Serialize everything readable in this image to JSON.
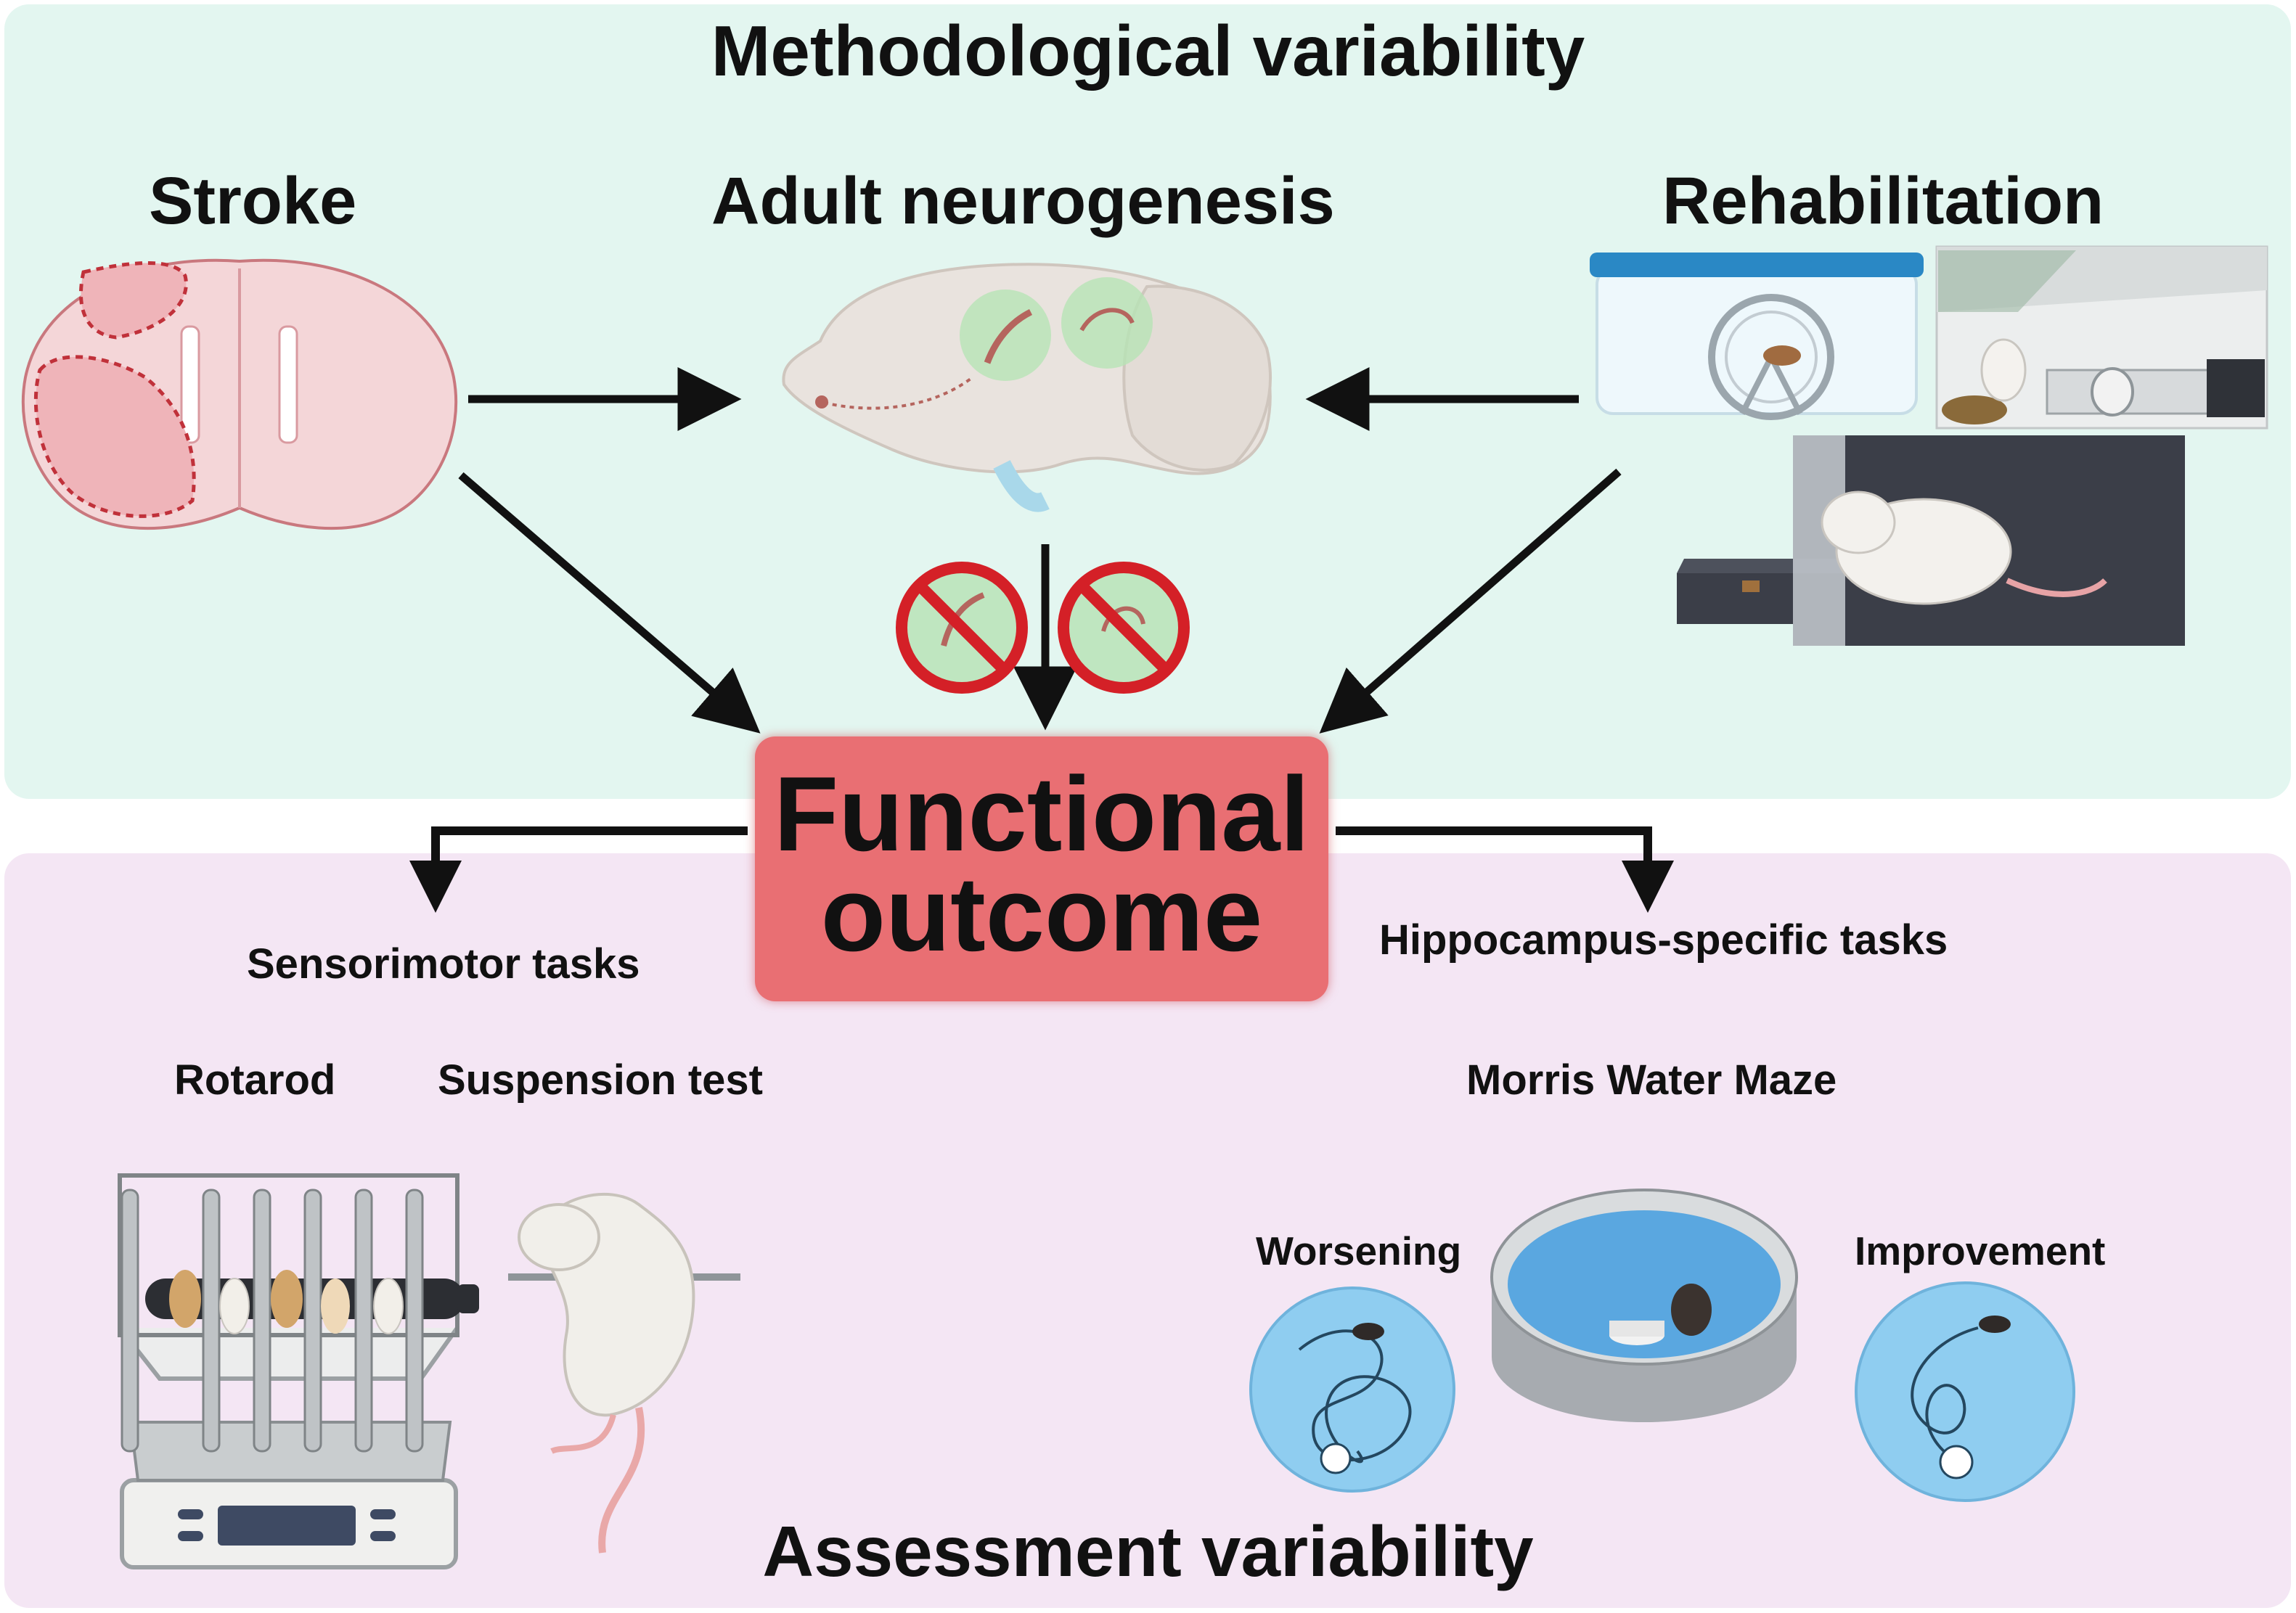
{
  "panels": {
    "top_title": "Methodological variability",
    "bottom_title": "Assessment variability"
  },
  "factors": {
    "stroke": "Stroke",
    "neurogenesis": "Adult neurogenesis",
    "rehabilitation": "Rehabilitation"
  },
  "outcome": {
    "line1": "Functional",
    "line2": "outcome"
  },
  "tasks": {
    "sensorimotor": "Sensorimotor tasks",
    "rotarod": "Rotarod",
    "suspension": "Suspension test",
    "hippocampus": "Hippocampus-specific tasks",
    "mwm": "Morris Water Maze",
    "worsening": "Worsening",
    "improvement": "Improvement"
  },
  "colors": {
    "top_panel": "#e3f6f0",
    "bottom_panel": "#f4e6f4",
    "outcome_box": "#e96f73",
    "arrow": "#111111",
    "prohibit": "#d42027",
    "water": "#8fcdf0"
  },
  "icons": [
    "brain-coronal-icon",
    "brain-sagittal-icon",
    "cage-running-wheel-icon",
    "enriched-environment-icon",
    "skilled-reaching-box-icon",
    "prohibition-icon",
    "rotarod-icon",
    "suspended-mouse-icon",
    "water-maze-pool-icon",
    "swim-path-icon"
  ]
}
